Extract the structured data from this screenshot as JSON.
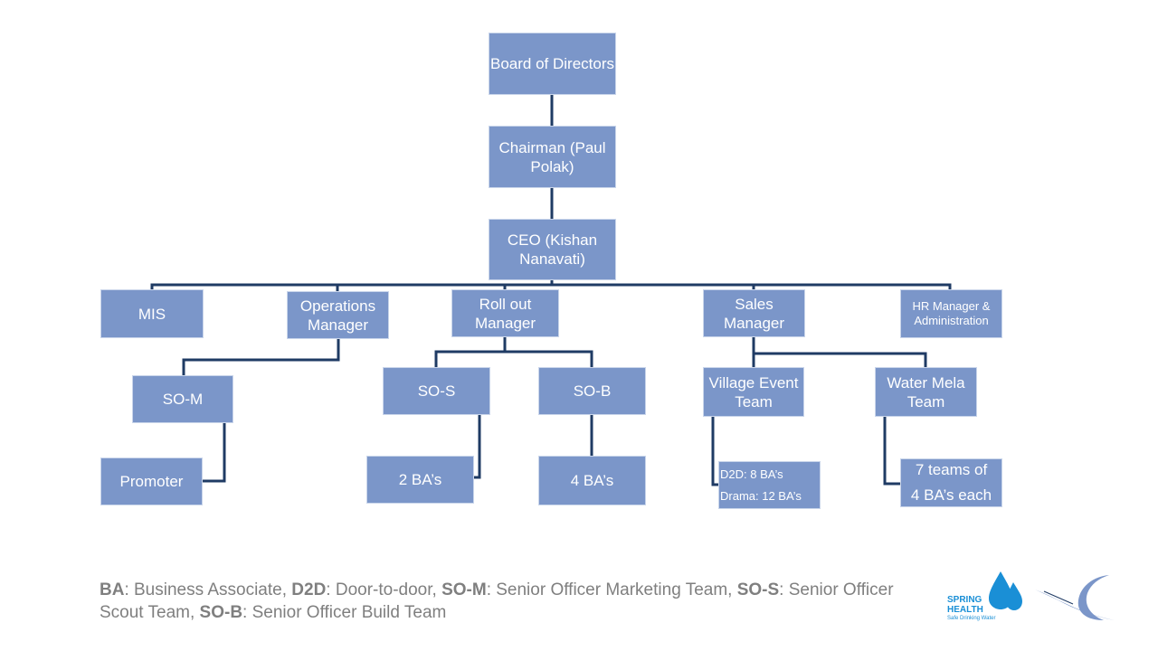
{
  "nodes": {
    "board": "Board of Directors",
    "chairman": "Chairman (Paul Polak)",
    "ceo": "CEO (Kishan Nanavati)",
    "mis": "MIS",
    "ops": "Operations Manager",
    "rollout": "Roll out Manager",
    "sales": "Sales Manager",
    "hr": "HR Manager & Administration",
    "som": "SO-M",
    "sos": "SO-S",
    "sob": "SO-B",
    "village": "Village Event Team",
    "mela": "Water Mela Team",
    "promoter": "Promoter",
    "ba2": "2 BA’s",
    "ba4": "4 BA’s",
    "d2d": "D2D:  8 BA’s",
    "drama": "Drama:  12 BA’s",
    "teams_line1": "7 teams of",
    "teams_line2": "4 BA’s each"
  },
  "legend": [
    {
      "abbr": "BA",
      "text": ": Business Associate, "
    },
    {
      "abbr": "D2D",
      "text": ": Door-to-door, "
    },
    {
      "abbr": "SO-M",
      "text": ": Senior Officer Marketing Team, "
    },
    {
      "abbr": "SO-S",
      "text": ": Senior Officer Scout Team, "
    },
    {
      "abbr": "SO-B",
      "text": ": Senior Officer Build Team"
    }
  ],
  "logo": {
    "line1": "SPRING",
    "line2": "HEALTH",
    "tagline": "Safe Drinking Water",
    "brand_color": "#1a8fd6",
    "partner_color": "#7b96c9"
  },
  "colors": {
    "box_fill": "#7b96c9",
    "connector": "#1f3b64",
    "legend_text": "#7f7f7f"
  }
}
